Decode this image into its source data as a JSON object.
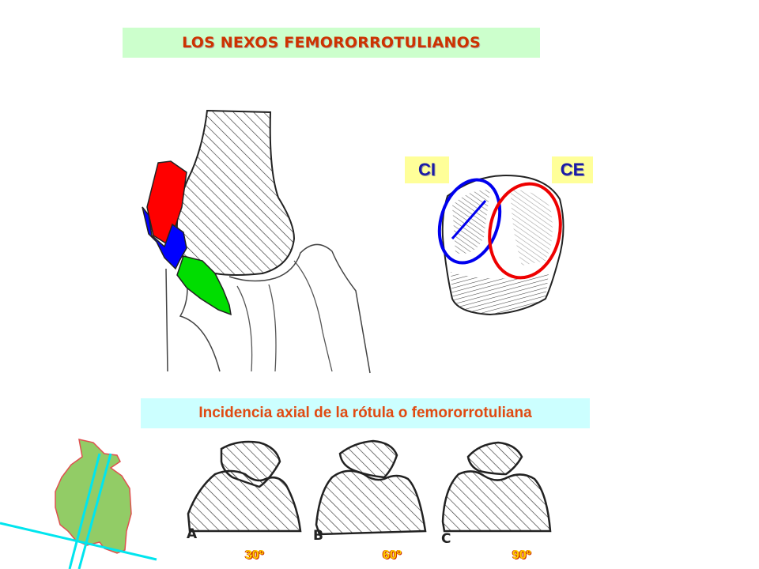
{
  "title": "LOS NEXOS FEMORORROTULIANOS",
  "labels": {
    "ci": "CI",
    "ce": "CE"
  },
  "caption": "Incidencia axial de la rótula o femororrotuliana",
  "views": [
    {
      "letter": "A",
      "angle": "30º"
    },
    {
      "letter": "B",
      "angle": "60º"
    },
    {
      "letter": "C",
      "angle": "90º"
    }
  ],
  "colors": {
    "title_text": "#cc3300",
    "title_bg": "#ccffcc",
    "label_bg": "#ffff99",
    "label_text": "#1a1aa6",
    "caption_bg": "#ccffff",
    "caption_text": "#e04a12",
    "angle_text": "#ffcc00",
    "ci_outline": "#0000ee",
    "ce_outline": "#ee0000",
    "knee_shape": "#92cc66",
    "beam_line": "#00e5ee"
  }
}
